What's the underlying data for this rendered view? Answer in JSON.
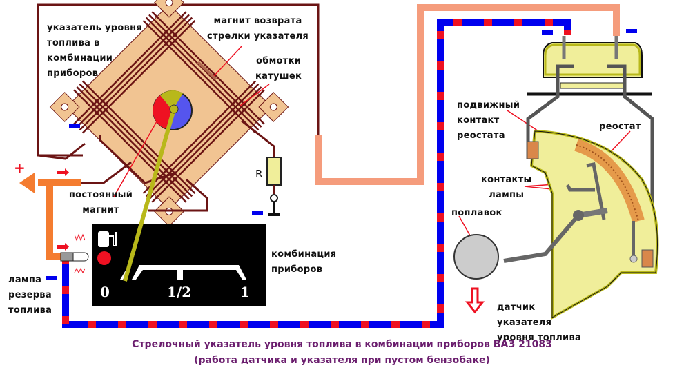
{
  "labels": {
    "gauge_title": [
      "указатель уровня",
      "топлива в",
      "комбинации",
      "приборов"
    ],
    "return_magnet": [
      "магнит возврата",
      "стрелки указателя"
    ],
    "coil_windings": [
      "обмотки",
      "катушек"
    ],
    "permanent_magnet": [
      "постоянный",
      "магнит"
    ],
    "instrument_cluster": [
      "комбинация",
      "приборов"
    ],
    "reserve_lamp": [
      "лампа",
      "резерва",
      "топлива"
    ],
    "moving_contact": [
      "подвижный",
      "контакт",
      "реостата"
    ],
    "rheostat": "реостат",
    "lamp_contacts": [
      "контакты",
      "лампы"
    ],
    "float": "поплавок",
    "sender": [
      "датчик",
      "указателя",
      "уровня топлива"
    ],
    "resistor": "R"
  },
  "gauge": {
    "scale_labels": [
      "0",
      "1/2",
      "1"
    ],
    "needle_position": 0
  },
  "polarity": {
    "plus": "+",
    "minus": "−"
  },
  "caption": {
    "line1": "Стрелочный указатель уровня топлива в комбинации приборов ВАЗ 21083",
    "line2": "(работа датчика и указателя при пустом бензобаке)"
  },
  "colors": {
    "wire_dark": "#6b1414",
    "wire_plus": "#f47c30",
    "wire_sensor": "#f59c7c",
    "ground_blue": "#0000ee",
    "ground_red": "#ee1122",
    "coil_body": "#f1c492",
    "needle": "#b8b81a",
    "sender_body": "#f0ee9a",
    "caption": "#6b1e6e"
  }
}
